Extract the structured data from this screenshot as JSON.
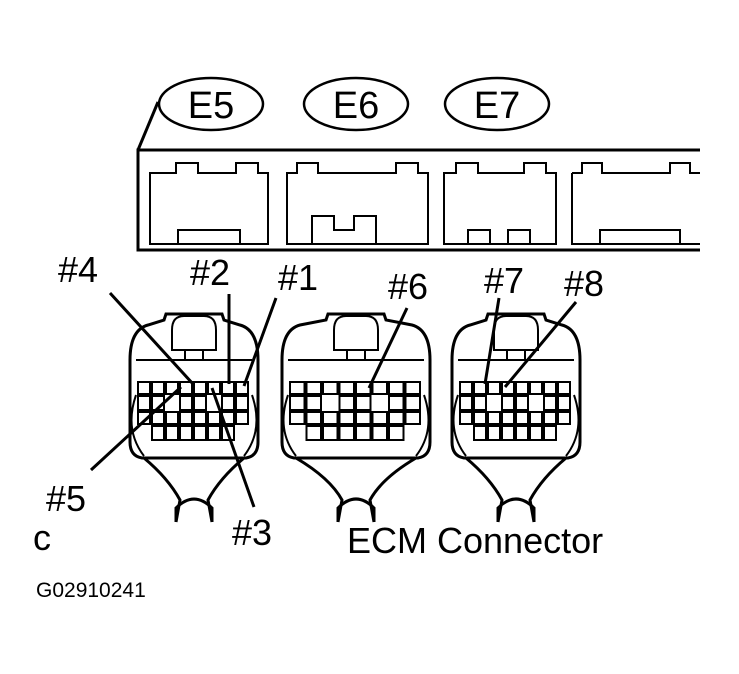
{
  "ecu_sockets": [
    {
      "id": "E5",
      "label": "E5"
    },
    {
      "id": "E6",
      "label": "E6"
    },
    {
      "id": "E7",
      "label": "E7"
    }
  ],
  "pins": [
    {
      "id": "p4",
      "label": "#4"
    },
    {
      "id": "p2",
      "label": "#2"
    },
    {
      "id": "p1",
      "label": "#1"
    },
    {
      "id": "p6",
      "label": "#6"
    },
    {
      "id": "p7",
      "label": "#7"
    },
    {
      "id": "p8",
      "label": "#8"
    },
    {
      "id": "p5",
      "label": "#5"
    },
    {
      "id": "p3",
      "label": "#3"
    }
  ],
  "caption": "ECM Connector",
  "corner_letter": "c",
  "figure_code": "G02910241",
  "colors": {
    "ink": "#000000",
    "paper": "#ffffff"
  }
}
